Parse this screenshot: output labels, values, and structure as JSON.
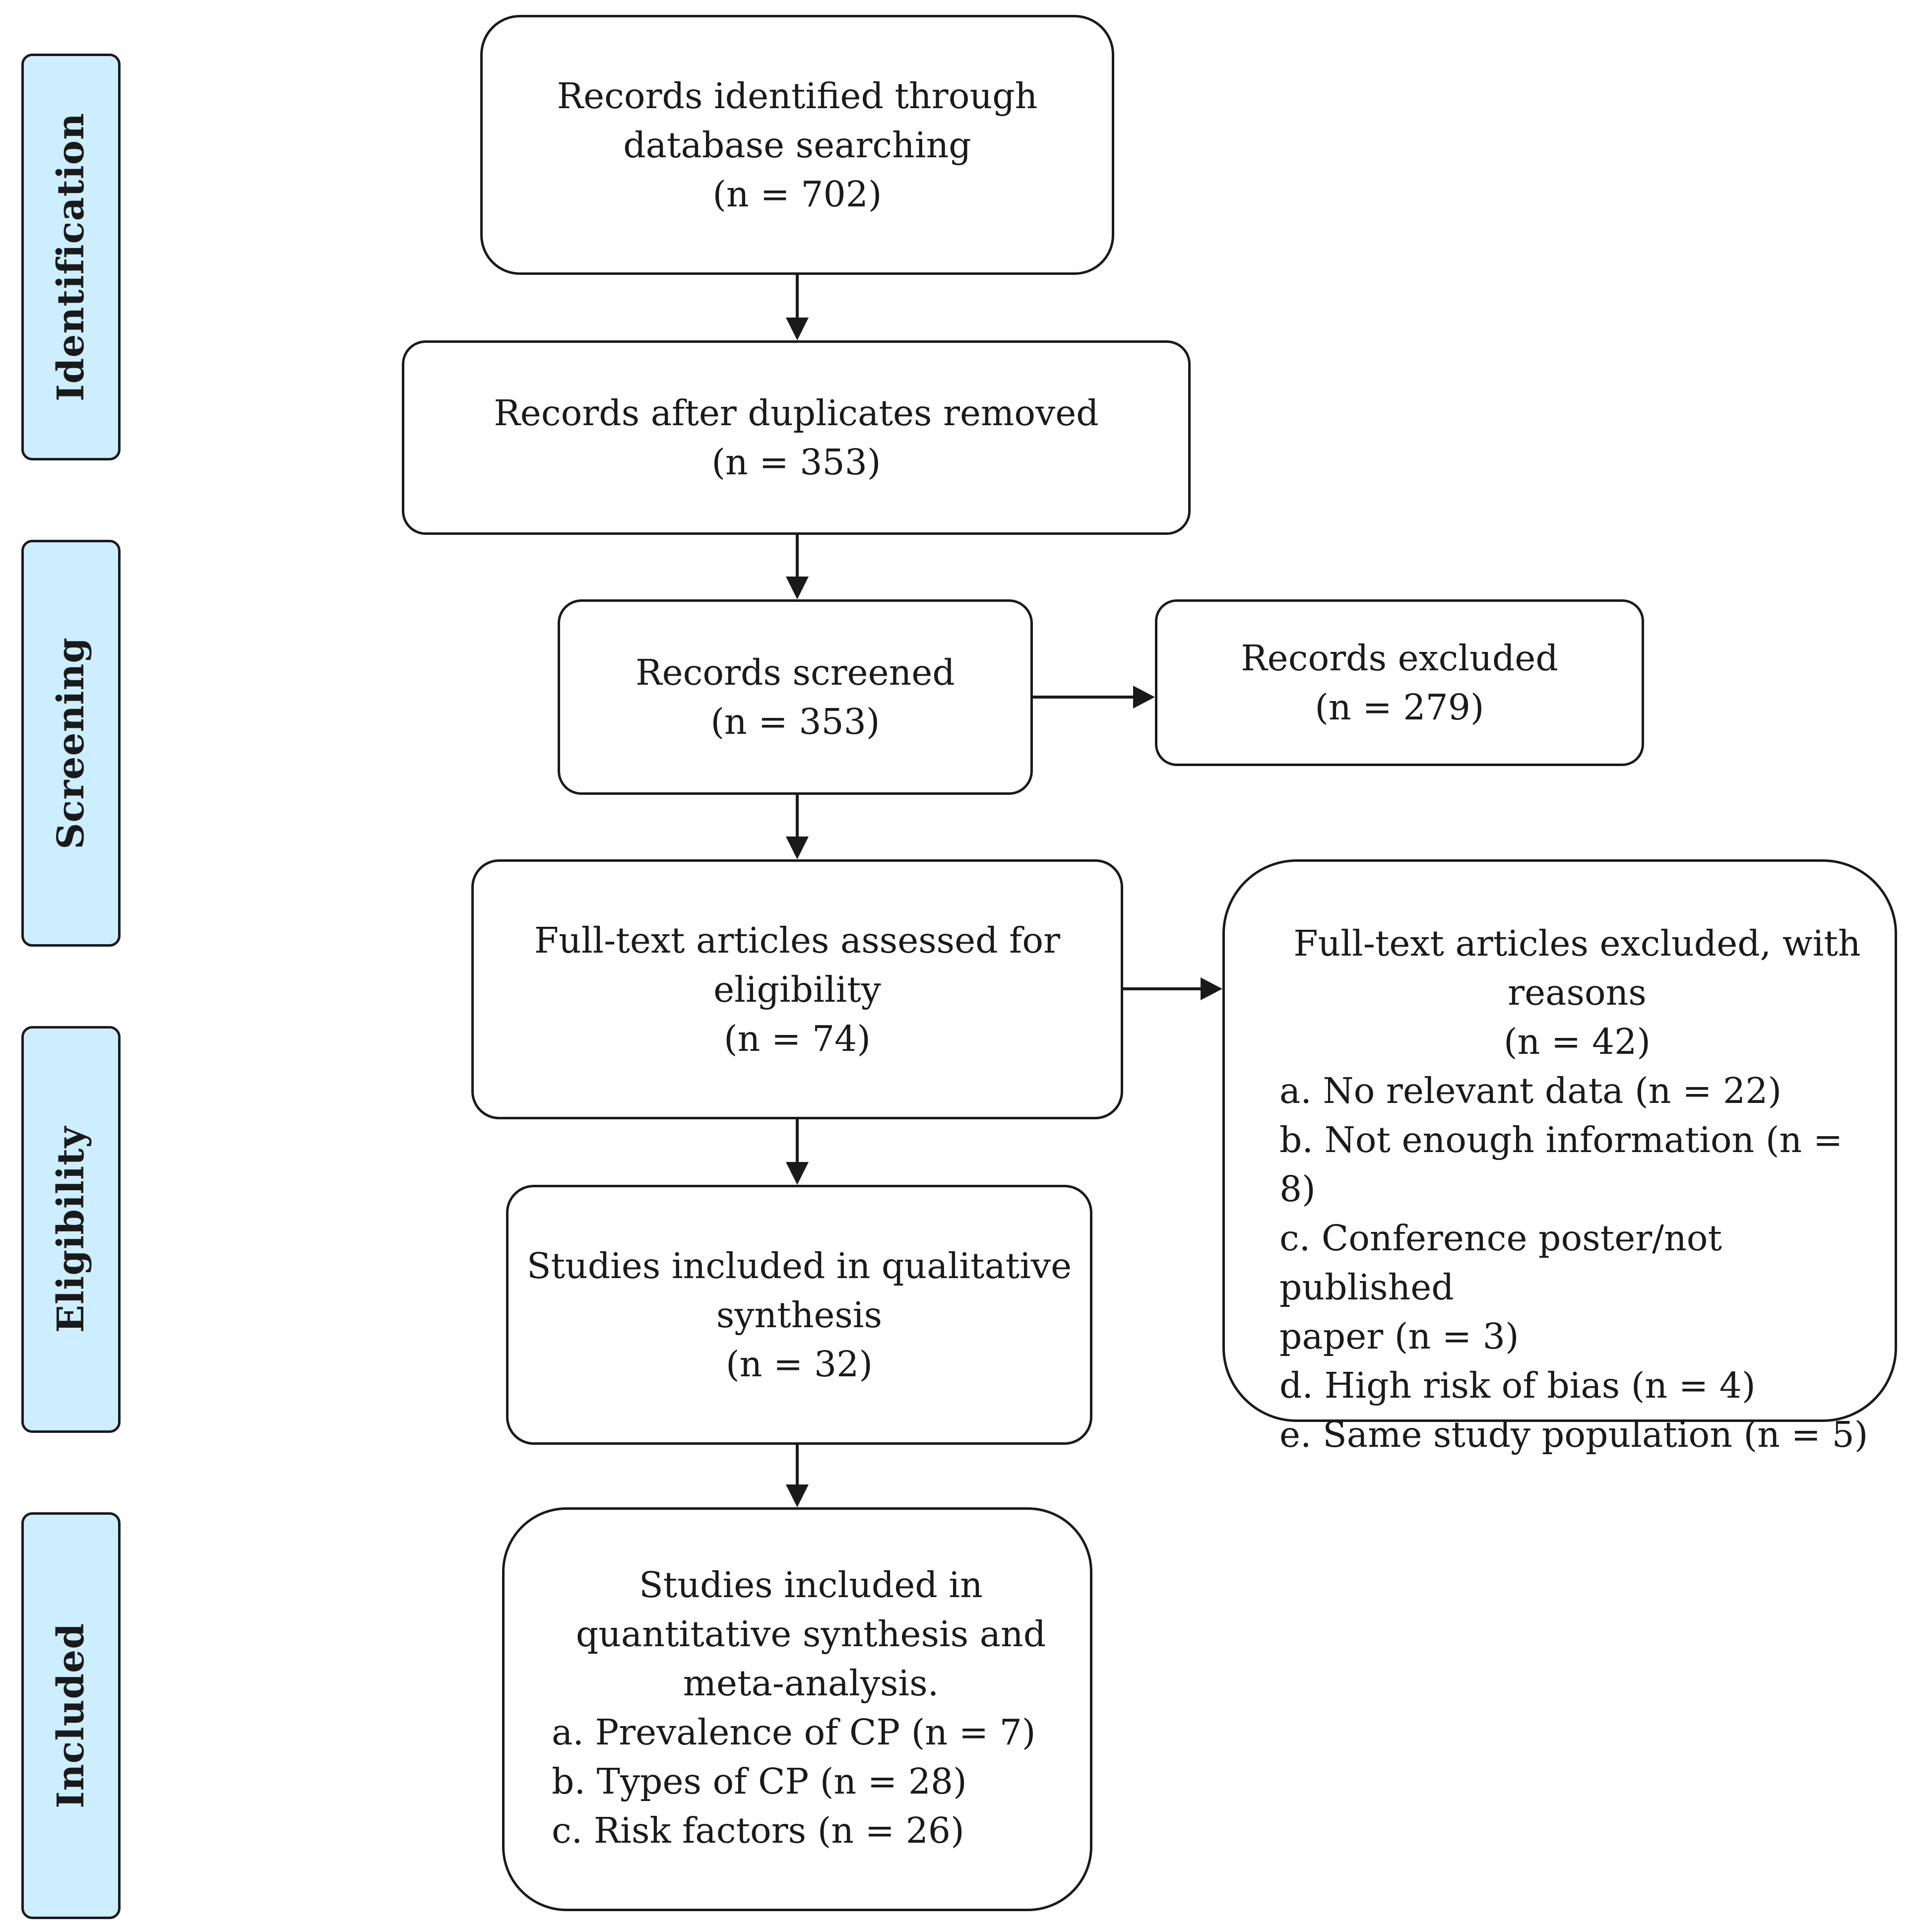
{
  "phases": [
    {
      "id": "identification",
      "label": "Identification"
    },
    {
      "id": "screening",
      "label": "Screening"
    },
    {
      "id": "eligibility",
      "label": "Eligibility"
    },
    {
      "id": "included",
      "label": "Included"
    }
  ],
  "boxes": {
    "identified": {
      "lines": [
        "Records identified through",
        "database searching",
        "(n = 702)"
      ]
    },
    "deduplicated": {
      "lines": [
        "Records after duplicates removed",
        "(n = 353)"
      ]
    },
    "screened": {
      "lines": [
        "Records screened",
        "(n = 353)"
      ]
    },
    "excluded": {
      "lines": [
        "Records excluded",
        "(n = 279)"
      ]
    },
    "fulltext_assessed": {
      "lines": [
        "Full-text articles assessed for",
        "eligibility",
        "(n = 74)"
      ]
    },
    "fulltext_excluded": {
      "lines": [
        "Full-text articles excluded, with",
        "reasons",
        "(n = 42)"
      ],
      "reasons": [
        "a. No relevant data (n = 22)",
        "b. Not enough information (n = 8)",
        "c. Conference poster/not published",
        "paper (n = 3)",
        "d. High risk of bias (n = 4)",
        "e. Same study population (n = 5)"
      ]
    },
    "qualitative": {
      "lines": [
        "Studies included in qualitative",
        "synthesis",
        "(n = 32)"
      ]
    },
    "quantitative": {
      "lines": [
        "Studies included in",
        "quantitative synthesis and",
        "meta-analysis."
      ],
      "items": [
        "a. Prevalence of CP (n = 7)",
        "b. Types of CP (n = 28)",
        "c. Risk factors (n = 26)"
      ]
    }
  }
}
